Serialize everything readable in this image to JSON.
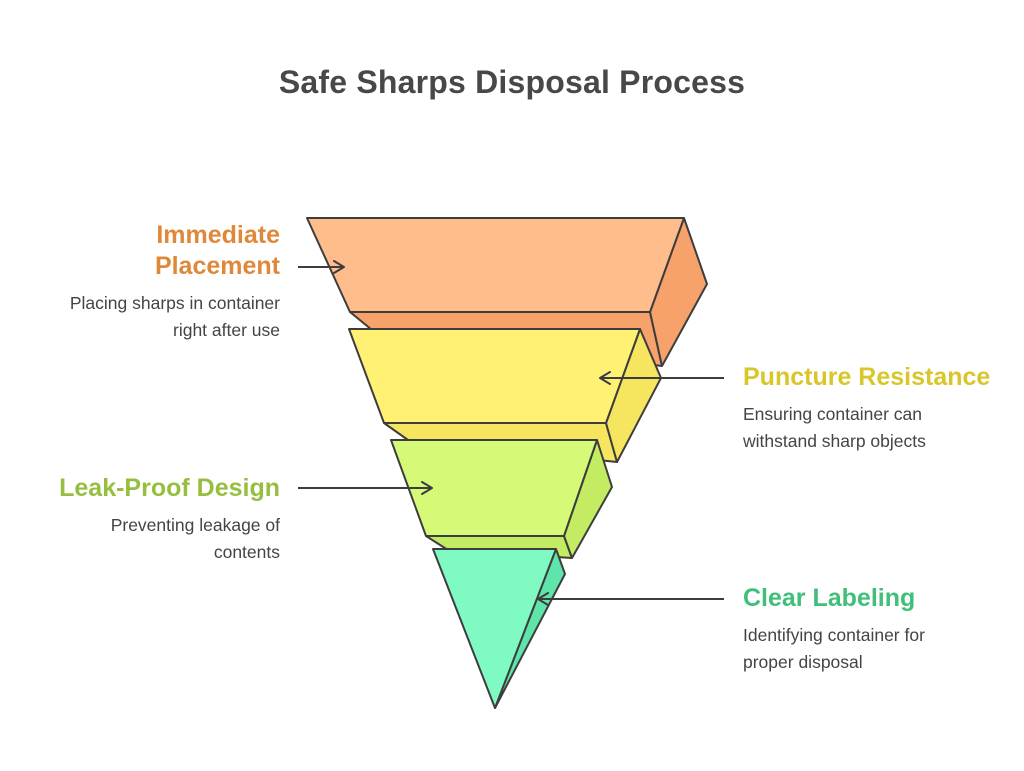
{
  "title": "Safe Sharps Disposal Process",
  "colors": {
    "title": "#484848",
    "text": "#444444",
    "stroke": "#3d3d3d"
  },
  "stages": [
    {
      "id": "immediate-placement",
      "title": "Immediate Placement",
      "description": "Placing sharps in container right after use",
      "side": "left",
      "title_color": "#e0883a",
      "front_color": "#ffbd8c",
      "side_color": "#f7a26b"
    },
    {
      "id": "puncture-resistance",
      "title": "Puncture Resistance",
      "description": "Ensuring container can withstand sharp objects",
      "side": "right",
      "title_color": "#d9c62b",
      "front_color": "#fff173",
      "side_color": "#f6e55e"
    },
    {
      "id": "leak-proof-design",
      "title": "Leak-Proof Design",
      "description": "Preventing leakage of contents",
      "side": "left",
      "title_color": "#97bf3f",
      "front_color": "#d6f978",
      "side_color": "#c3ec62"
    },
    {
      "id": "clear-labeling",
      "title": "Clear Labeling",
      "description": "Identifying container for proper disposal",
      "side": "right",
      "title_color": "#3fbf7a",
      "front_color": "#7ffac3",
      "side_color": "#5fe4a9"
    }
  ]
}
